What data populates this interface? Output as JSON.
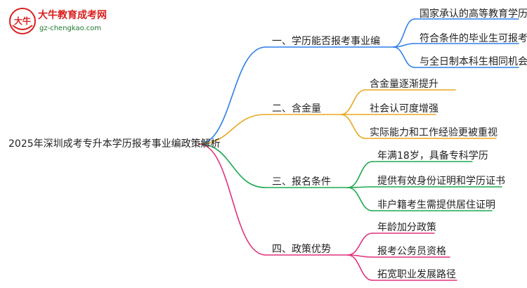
{
  "logo": {
    "title": "大牛教育成考网",
    "url": "gz-chengkao.com",
    "mark": "大牛",
    "title_color": "#d92020",
    "url_color": "#1c7a2c"
  },
  "root": {
    "label": "2025年深圳成考专升本学历报考事业编政策解析"
  },
  "branches": [
    {
      "label": "一、学历能否报考事业编",
      "color": "#2e7fe8",
      "leaves": [
        "国家承认的高等教育学历",
        "符合条件的毕业生可报考",
        "与全日制本科生相同机会"
      ]
    },
    {
      "label": "二、含金量",
      "color": "#e8a81f",
      "leaves": [
        "含金量逐渐提升",
        "社会认可度增强",
        "实际能力和工作经验更被重视"
      ]
    },
    {
      "label": "三、报名条件",
      "color": "#1ea84f",
      "leaves": [
        "年满18岁，具备专科学历",
        "提供有效身份证明和学历证书",
        "非户籍考生需提供居住证明"
      ]
    },
    {
      "label": "四、政策优势",
      "color": "#e0327c",
      "leaves": [
        "年龄加分政策",
        "报考公务员资格",
        "拓宽职业发展路径"
      ]
    }
  ]
}
